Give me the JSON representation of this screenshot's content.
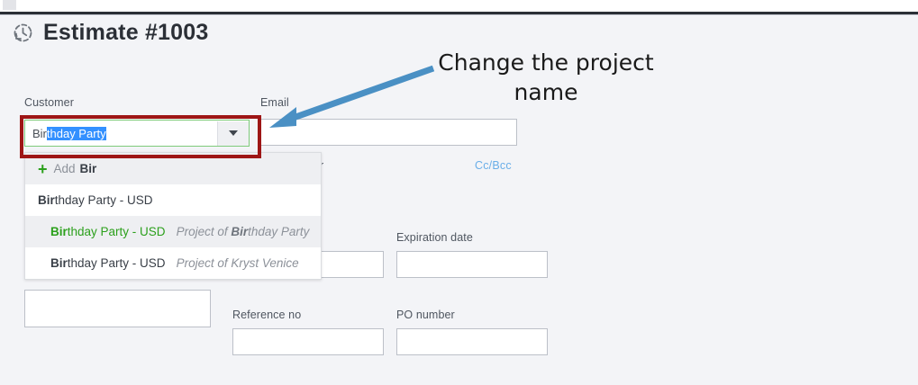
{
  "window": {
    "background_color": "#f3f4f7",
    "top_bar_color": "#2b2f36"
  },
  "header": {
    "icon": "recurring-clock-icon",
    "title": "Estimate #1003"
  },
  "form": {
    "customer": {
      "label": "Customer",
      "typed_text": "Bir",
      "autocomplete_selection": "thday Party",
      "full_value": "Birthday Party",
      "caret_icon": "chevron-down-icon",
      "border_color": "#7ecb7a",
      "selection_color": "#3390ff"
    },
    "email": {
      "label": "Email",
      "value": "",
      "placeholder": ""
    },
    "terms": {
      "label_visible_fragment": "r",
      "value": ""
    },
    "cc_bcc": {
      "label": "Cc/Bcc",
      "color": "#6aaee8"
    },
    "expiration_date": {
      "label": "Expiration date",
      "value": ""
    },
    "reference_no": {
      "label": "Reference no",
      "value": ""
    },
    "po_number": {
      "label": "PO number",
      "value": ""
    }
  },
  "dropdown": {
    "add_row": {
      "plus_icon": "plus-icon",
      "prefix": "Add",
      "term": "Bir"
    },
    "items": [
      {
        "bold_prefix": "Bir",
        "rest": "thday Party - USD",
        "sub_prefix": "",
        "sub_bold": "",
        "sub_rest": "",
        "green": false,
        "indented": false,
        "shaded": false
      },
      {
        "bold_prefix": "Bir",
        "rest": "thday Party - USD",
        "sub_prefix": "Project of ",
        "sub_bold": "Bir",
        "sub_rest": "thday Party",
        "green": true,
        "indented": true,
        "shaded": true
      },
      {
        "bold_prefix": "Bir",
        "rest": "thday Party - USD",
        "sub_prefix": "Project of Kryst Venice",
        "sub_bold": "",
        "sub_rest": "",
        "green": false,
        "indented": true,
        "shaded": false
      }
    ]
  },
  "annotations": {
    "callout_line1": "Change the project",
    "callout_line2": "name",
    "callout_text_color": "#1a1a1a",
    "arrow_color": "#4a90c4",
    "highlight_box_color": "#9e1616"
  }
}
